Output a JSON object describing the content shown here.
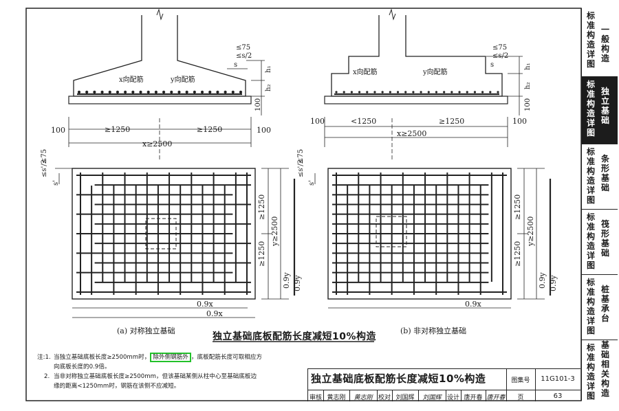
{
  "drawing": {
    "left": {
      "x_bar_label": "x向配筋",
      "y_bar_label": "y向配筋",
      "dim_75": "≤75",
      "dim_s_half": "≤s/2",
      "dim_s": "s",
      "h1": "h₁",
      "h2": "h₂",
      "dim_100a": "100",
      "dim_100b": "100",
      "dim_100c": "100",
      "dim_1250a": "≥1250",
      "dim_1250b": "≥1250",
      "dim_x2500": "x≥2500",
      "side_75": "≤75",
      "side_sp2": "≤s'/2",
      "side_sp": "s'",
      "dim_y1250a": "≥1250",
      "dim_y1250b": "≥1250",
      "dim_y2500": "y≥2500",
      "dim_09y_a": "0.9y",
      "dim_09y_b": "0.9y",
      "dim_09x_a": "0.9x",
      "dim_09x_b": "0.9x",
      "caption": "(a) 对称独立基础"
    },
    "right": {
      "x_bar_label": "x向配筋",
      "y_bar_label": "y向配筋",
      "dim_75": "≤75",
      "dim_s_half": "≤s/2",
      "dim_s": "s",
      "h1": "h₁",
      "h2": "h₂",
      "dim_100a": "100",
      "dim_100b": "100",
      "dim_100c": "100",
      "dim_1250a": "<1250",
      "dim_1250b": "≥1250",
      "dim_x2500": "x≥2500",
      "side_75": "≤75",
      "side_sp2": "≤s'/2",
      "side_sp": "s'",
      "dim_y1250a": "≥1250",
      "dim_y1250b": "≥1250",
      "dim_y2500": "y≥2500",
      "dim_09y_a": "0.9y",
      "dim_09y_b": "0.9y",
      "dim_09x_a": "0.9x",
      "caption": "(b) 非对称独立基础"
    },
    "main_title": "独立基础底板配筋长度减短10%构造"
  },
  "notes": {
    "label": "注:",
    "n1_num": "1.",
    "n1_a": "当独立基础底板长度≥2500mm时，",
    "n1_hl": "除外侧钢筋外",
    "n1_b": "，底板配筋长度可取相应方",
    "n1_c": "向底板长度的0.9倍。",
    "n2_num": "2.",
    "n2_a": "当非对称独立基础底板长度≥2500mm，但该基础某侧从柱中心至基础底板边",
    "n2_b": "缘的距离<1250mm时，钢筋在该侧不应减短。"
  },
  "title_block": {
    "title": "独立基础底板配筋长度减短10%构造",
    "atlas_label": "图集号",
    "atlas_no": "11G101-3",
    "review_label": "审核",
    "review_name": "黄志刚",
    "review_sig": "黄志刚",
    "check_label": "校对",
    "check_name": "刘国辉",
    "check_sig": "刘国辉",
    "design_label": "设计",
    "design_name": "唐开春",
    "design_sig": "唐开春",
    "page_label": "页",
    "page_no": "63"
  },
  "tabs": [
    {
      "c1": "标\n准\n构\n造\n详\n图",
      "c2": "一\n般\n构\n造",
      "active": false
    },
    {
      "c1": "标\n准\n构\n造\n详\n图",
      "c2": "独\n立\n基\n础",
      "active": true
    },
    {
      "c1": "标\n准\n构\n造\n详\n图",
      "c2": "条\n形\n基\n础",
      "active": false
    },
    {
      "c1": "标\n准\n构\n造\n详\n图",
      "c2": "筏\n形\n基\n础",
      "active": false
    },
    {
      "c1": "标\n准\n构\n造\n详\n图",
      "c2": "桩\n基\n承\n台",
      "active": false
    },
    {
      "c1": "标\n准\n构\n造\n详\n图",
      "c2": "基\n础\n相\n关\n构\n造",
      "active": false
    }
  ]
}
